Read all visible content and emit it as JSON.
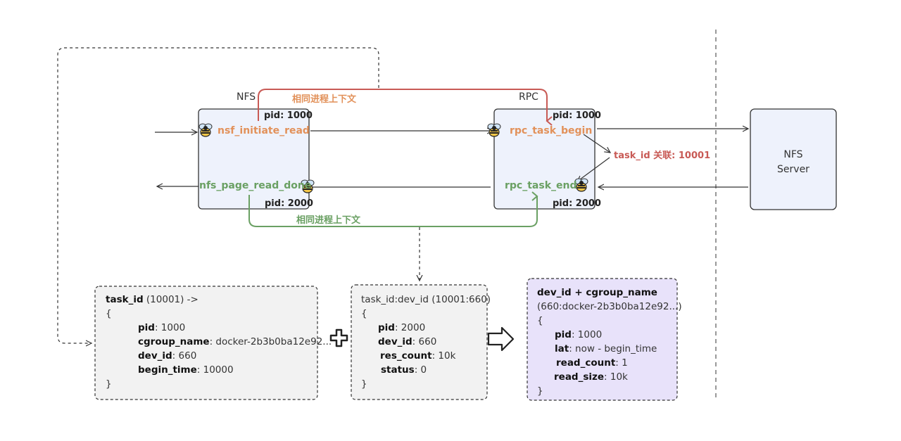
{
  "labels": {
    "nfs": "NFS",
    "rpc": "RPC",
    "same_ctx_top": "相同进程上下文",
    "same_ctx_bottom": "相同进程上下文",
    "task_link": "task_id 关联: 10001"
  },
  "nfs_box": {
    "pid_top": "pid: 1000",
    "func_top": "nsf_initiate_read",
    "func_bottom": "nfs_page_read_done",
    "pid_bottom": "pid: 2000"
  },
  "rpc_box": {
    "pid_top": "pid: 1000",
    "func_top": "rpc_task_begin",
    "func_bottom": "rpc_task_end",
    "pid_bottom": "pid: 2000"
  },
  "server": {
    "line1": "NFS",
    "line2": "Server"
  },
  "map1": {
    "head_key": "task_id",
    "head_rest": " (10001) ->",
    "open": "{",
    "close": "}",
    "rows": [
      {
        "k": "pid",
        "v": ": 1000"
      },
      {
        "k": "cgroup_name",
        "v": ": docker-2b3b0ba12e92..."
      },
      {
        "k": "dev_id",
        "v": ": 660"
      },
      {
        "k": "begin_time",
        "v": ": 10000"
      }
    ]
  },
  "map2": {
    "head": "task_id:dev_id (10001:660)",
    "open": "{",
    "close": "}",
    "rows": [
      {
        "k": "pid",
        "v": ": 2000"
      },
      {
        "k": "dev_id",
        "v": ": 660"
      },
      {
        "k": "res_count",
        "v": ": 10k"
      },
      {
        "k": "status",
        "v": ": 0"
      }
    ]
  },
  "map3": {
    "head_key": "dev_id + cgroup_name",
    "head_sub": "(660:docker-2b3b0ba12e92...)",
    "open": "{",
    "close": "}",
    "rows": [
      {
        "k": "pid",
        "v": ": 1000"
      },
      {
        "k": "lat",
        "v": ": now - begin_time"
      },
      {
        "k": "read_count",
        "v": ": 1"
      },
      {
        "k": "read_size",
        "v": ": 10k"
      }
    ]
  },
  "colors": {
    "orange": "#e2915a",
    "red": "#c85a55",
    "green": "#6aa063",
    "box_fill": "#eef2fc",
    "map_fill": "#f2f2f2",
    "result_fill": "#e8e2fa"
  }
}
